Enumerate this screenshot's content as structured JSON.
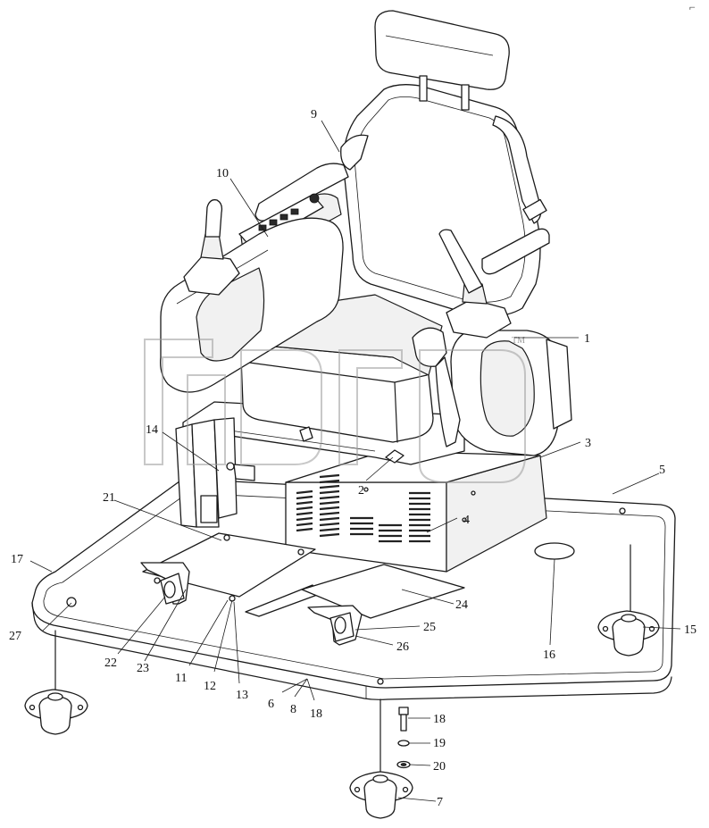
{
  "part_numbers": [
    "1",
    "2",
    "3",
    "4",
    "5",
    "6",
    "7",
    "8",
    "9",
    "10",
    "11",
    "12",
    "13",
    "14",
    "15",
    "16",
    "17",
    "18",
    "19",
    "20",
    "21",
    "22",
    "23",
    "24",
    "25",
    "26",
    "27"
  ],
  "callouts": [
    {
      "id": "c1",
      "label": "1"
    },
    {
      "id": "c2",
      "label": "2"
    },
    {
      "id": "c3",
      "label": "3"
    },
    {
      "id": "c4",
      "label": "4"
    },
    {
      "id": "c5",
      "label": "5"
    },
    {
      "id": "c6",
      "label": "6"
    },
    {
      "id": "c7",
      "label": "7"
    },
    {
      "id": "c8",
      "label": "8"
    },
    {
      "id": "c9",
      "label": "9"
    },
    {
      "id": "c10",
      "label": "10"
    },
    {
      "id": "c11",
      "label": "11"
    },
    {
      "id": "c12",
      "label": "12"
    },
    {
      "id": "c13",
      "label": "13"
    },
    {
      "id": "c14",
      "label": "14"
    },
    {
      "id": "c15",
      "label": "15"
    },
    {
      "id": "c16",
      "label": "16"
    },
    {
      "id": "c17",
      "label": "17"
    },
    {
      "id": "c18a",
      "label": "18"
    },
    {
      "id": "c18b",
      "label": "18"
    },
    {
      "id": "c19",
      "label": "19"
    },
    {
      "id": "c20",
      "label": "20"
    },
    {
      "id": "c21",
      "label": "21"
    },
    {
      "id": "c22",
      "label": "22"
    },
    {
      "id": "c23",
      "label": "23"
    },
    {
      "id": "c24",
      "label": "24"
    },
    {
      "id": "c25",
      "label": "25"
    },
    {
      "id": "c26",
      "label": "26"
    },
    {
      "id": "c27",
      "label": "27"
    }
  ],
  "watermark": {
    "text": "SDLG",
    "trademark": "TM"
  },
  "corner_mark": "⌐"
}
